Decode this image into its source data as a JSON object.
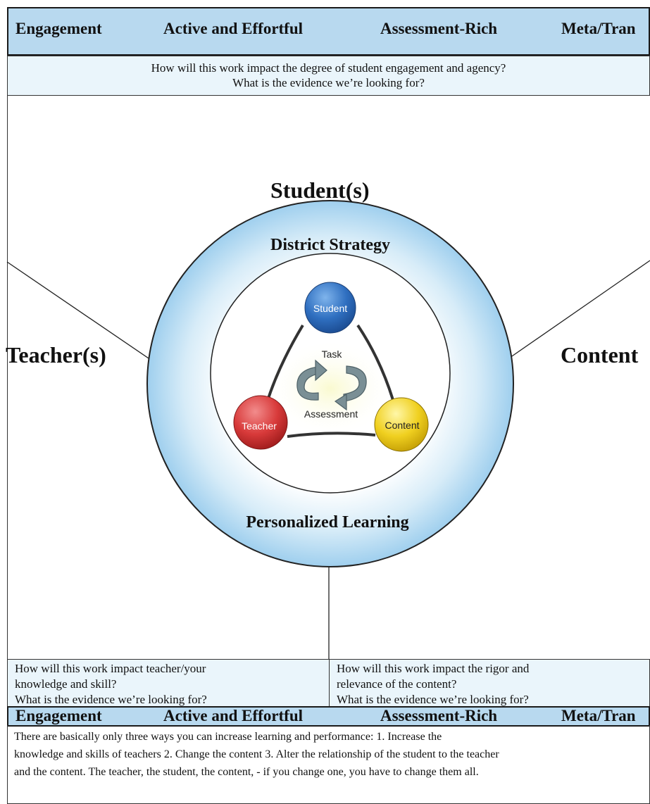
{
  "band_labels": [
    "Engagement",
    "Active and Effortful",
    "Assessment-Rich",
    "Meta/Tran"
  ],
  "top_question": [
    "How will this work impact the degree of student engagement and agency?",
    "What is the evidence we’re looking for?"
  ],
  "headings": {
    "student": "Student(s)",
    "teacher": "Teacher(s)",
    "content": "Content"
  },
  "circle": {
    "top_label": "District Strategy",
    "bottom_label": "Personalized Learning"
  },
  "triangle": {
    "student": "Student",
    "teacher": "Teacher",
    "content": "Content",
    "task": "Task",
    "assessment": "Assessment"
  },
  "bottom_left_question": [
    "How will this work impact teacher/your",
    "knowledge and skill?",
    "What is the evidence we’re looking for?"
  ],
  "bottom_right_question": [
    "How will this work impact the rigor and",
    "relevance of the content?",
    "What is the evidence we’re looking for?"
  ],
  "quote_lines": [
    "There are basically only three ways you can increase learning and performance: 1. Increase the",
    "knowledge and skills of teachers 2. Change the content 3. Alter the relationship of the student to the teacher",
    "and the content. The teacher, the student, the content, - if you change one, you have to change them all."
  ],
  "colors": {
    "band": "#b8d9ef",
    "panel": "#eaf5fb",
    "student": "#2f6fc0",
    "teacher": "#d83a3a",
    "content": "#f0d020"
  }
}
